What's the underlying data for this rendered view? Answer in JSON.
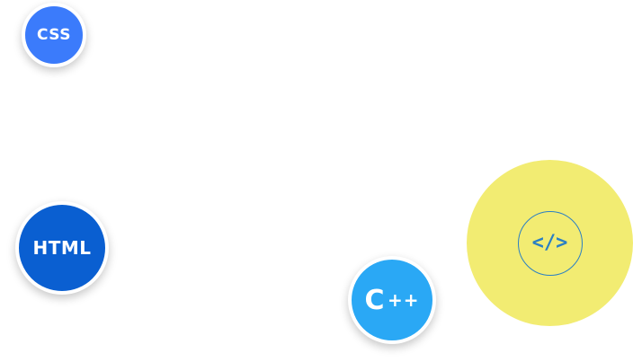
{
  "bubbles": {
    "css": {
      "label": "CSS",
      "color": "#3b7bfb"
    },
    "html": {
      "label": "HTML",
      "color": "#0a5fd1"
    },
    "cpp": {
      "label": "C",
      "plus": "++",
      "color": "#2aa8f5"
    }
  },
  "badge": {
    "icon": "code-icon",
    "glyph": "</>",
    "background": "#f2ec72",
    "accent": "#2a7fc4"
  }
}
